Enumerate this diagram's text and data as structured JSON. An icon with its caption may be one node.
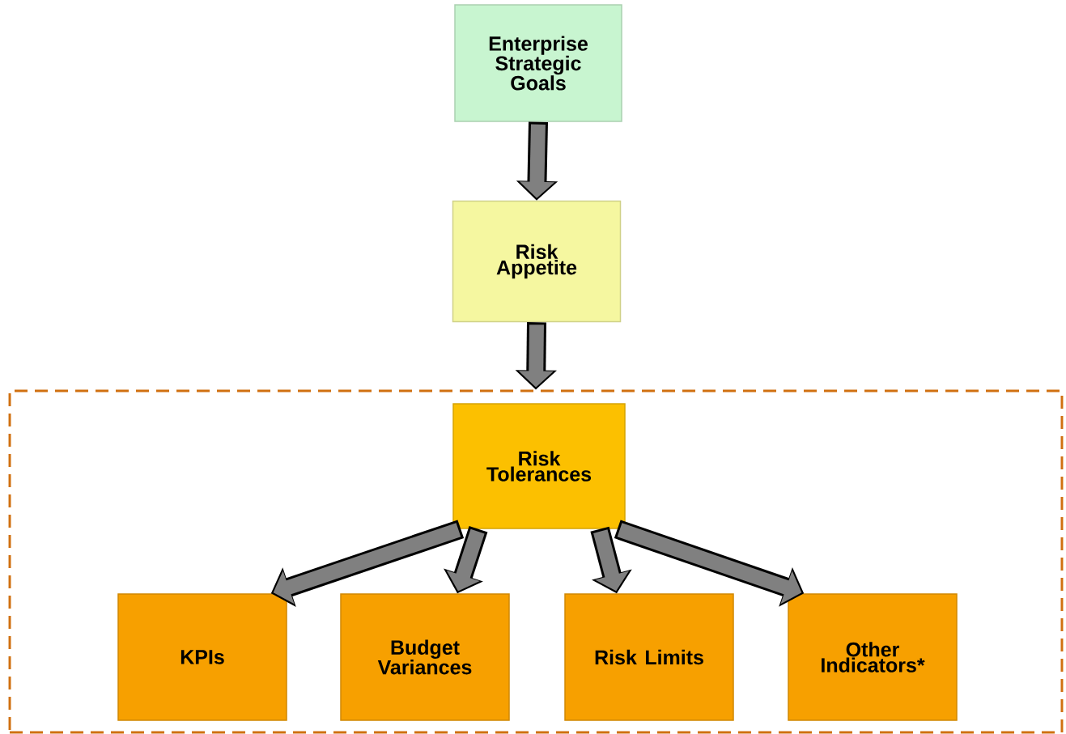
{
  "diagram": {
    "nodes": [
      {
        "text": [
          "Enterprise Strategic Goals"
        ]
      },
      {
        "text": [
          "Risk Appetite"
        ]
      },
      {
        "text": [],
        "shape": "box"
      },
      {
        "text": [
          "Risk Tolerances"
        ],
        "in": 2
      },
      {
        "text": [
          "KPIs"
        ],
        "in": 2
      },
      {
        "text": [
          "Budget Variances"
        ],
        "in": 2
      },
      {
        "text": [
          "Risk Limits"
        ],
        "in": 2
      },
      {
        "text": [
          "Other Indicators*"
        ],
        "in": 2
      }
    ],
    "edges": [
      {
        "from": 0,
        "to": 1,
        "arrow": "to"
      },
      {
        "from": 1,
        "to": 2,
        "arrow": "to"
      },
      {
        "from": 3,
        "to": 4,
        "arrow": "to"
      },
      {
        "from": 3,
        "to": 5,
        "arrow": "to"
      },
      {
        "from": 3,
        "to": 6,
        "arrow": "to"
      },
      {
        "from": 3,
        "to": 7,
        "arrow": "to"
      }
    ]
  }
}
